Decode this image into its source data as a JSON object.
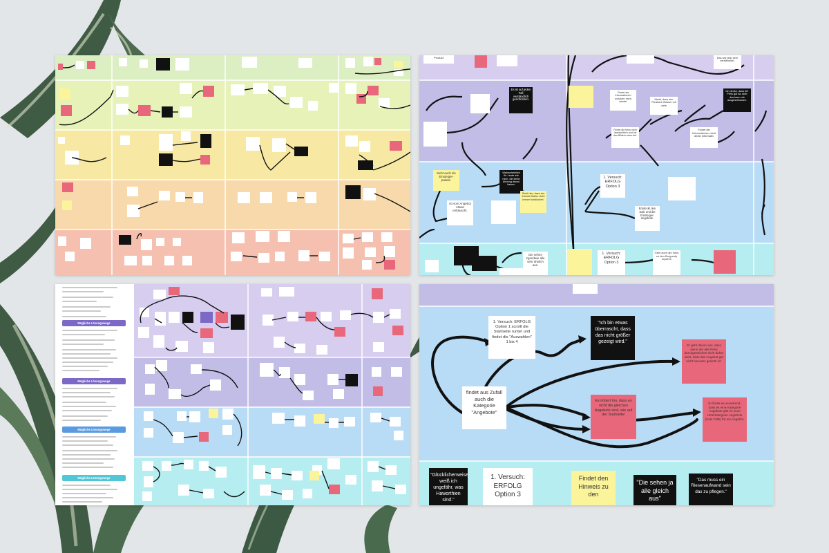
{
  "colors": {
    "background": "#e3e6e8",
    "plant_dark": "#3f5b44",
    "plant_light": "#dfe5cc",
    "sticky_white": "#ffffff",
    "sticky_pink": "#e8677a",
    "sticky_black": "#111111",
    "sticky_yellow": "#fbf49b",
    "lane_green": "#dcefc2",
    "lane_yellow": "#f7e9a3",
    "lane_peach": "#f7d9ab",
    "lane_salmon": "#f6c0b0",
    "lane_lavender": "#d7cdef",
    "lane_purple": "#c2bde6",
    "lane_blue": "#b9dcf6",
    "lane_cyan": "#b5edf0",
    "sidebar_head_purple": "#7b68c7",
    "sidebar_head_blue": "#5a9be0",
    "sidebar_head_cyan": "#4fc7d6"
  },
  "panels": {
    "top_left": {
      "name": "journey-map-overview-warm"
    },
    "top_right": {
      "name": "journey-map-zoom-mid",
      "notes": {
        "n1": "Es ist auf jeden Fall verständlich geschrieben.",
        "n2": "Sieht auch die Einsteiger-pakete.",
        "n3": "Wahrscheinlich für Leute wie mich, die keine Ahnung davon haben.",
        "n4": "Ist vom Angebot etwas enttäuscht.",
        "n5": "Sieht hier, dass der Zurück-Button nicht immer funktioniert.",
        "n6": "1. Versuch: ERFOLG Option 3",
        "n7": "Entdeckt den Sale und die Einsteiger-angebote.",
        "n8": "Die sehen irgendwie alle sehr ähnlich aus.",
        "n9": "1. Versuch: ERFOLG Option 3",
        "n10": "Geht auch die Infos zu den Burgundy mydeen",
        "n11": "Ich denke, dass der Preis gut ist, aber das kann mir ausgeschlossen.",
        "n12": "Findet die Informationen nicht direkt informativ",
        "n13": "Merkt, dass hier Filmklare Wasser mit viele",
        "n14": "Findet die Infos nicht übersichtlich und mit den Bildern etwa viel.",
        "n15": "Findet als Informationen schauen nicht wieder",
        "n16": "Das war jetzt sehr verständlich.",
        "n17": "Produkt"
      }
    },
    "bottom_left": {
      "name": "journey-map-with-sidebar",
      "sidebar": {
        "headings": [
          "Mögliche Lösungswege",
          "Mögliche Lösungswege",
          "Mögliche Lösungswege",
          "Mögliche Lösungswege"
        ]
      }
    },
    "bottom_right": {
      "name": "journey-map-detail-zoom",
      "notes": {
        "versuch1": "1. Versuch: ERFOLG Option 1 scrollt die Startseite runter und findet die \"Auswahlen\" 1 bis 4",
        "ueberrascht": "\"Ich bin etwas überrascht, dass das nicht größer gezeigt wird.\"",
        "preis": "Er geht davon aus, dass wenn der alte Preis durchgestrichen nicht daher sieht, dass das Angebot gar nicht herunter gesetzt ist.",
        "findet_zufall": "findet aus Zufall auch die Kategorie \"Angebote\"",
        "irritiert": "Es irritiert ihn, dass es nicht die gleichen Angebote sind, wie auf der Startseite!",
        "verwirrend": "Er findet es verwirrend, dass es eine Kategorie Angebote gibt im einer Unterkategorie Angebote (Sale Falls) für ein Angebot.",
        "gluecklicherweise": "\"Glücklicherweise weiß ich ungefähr, was Haworthien sind.\"",
        "versuch_option3": "1. Versuch: ERFOLG Option 3",
        "hinweis": "Findet den Hinweis zu den",
        "die_sehen": "\"Die sehen ja alle gleich aus\"",
        "riesenaufwand": "\"Das muss ein Riesenaufwand sein das zu pflegen.\""
      }
    }
  }
}
